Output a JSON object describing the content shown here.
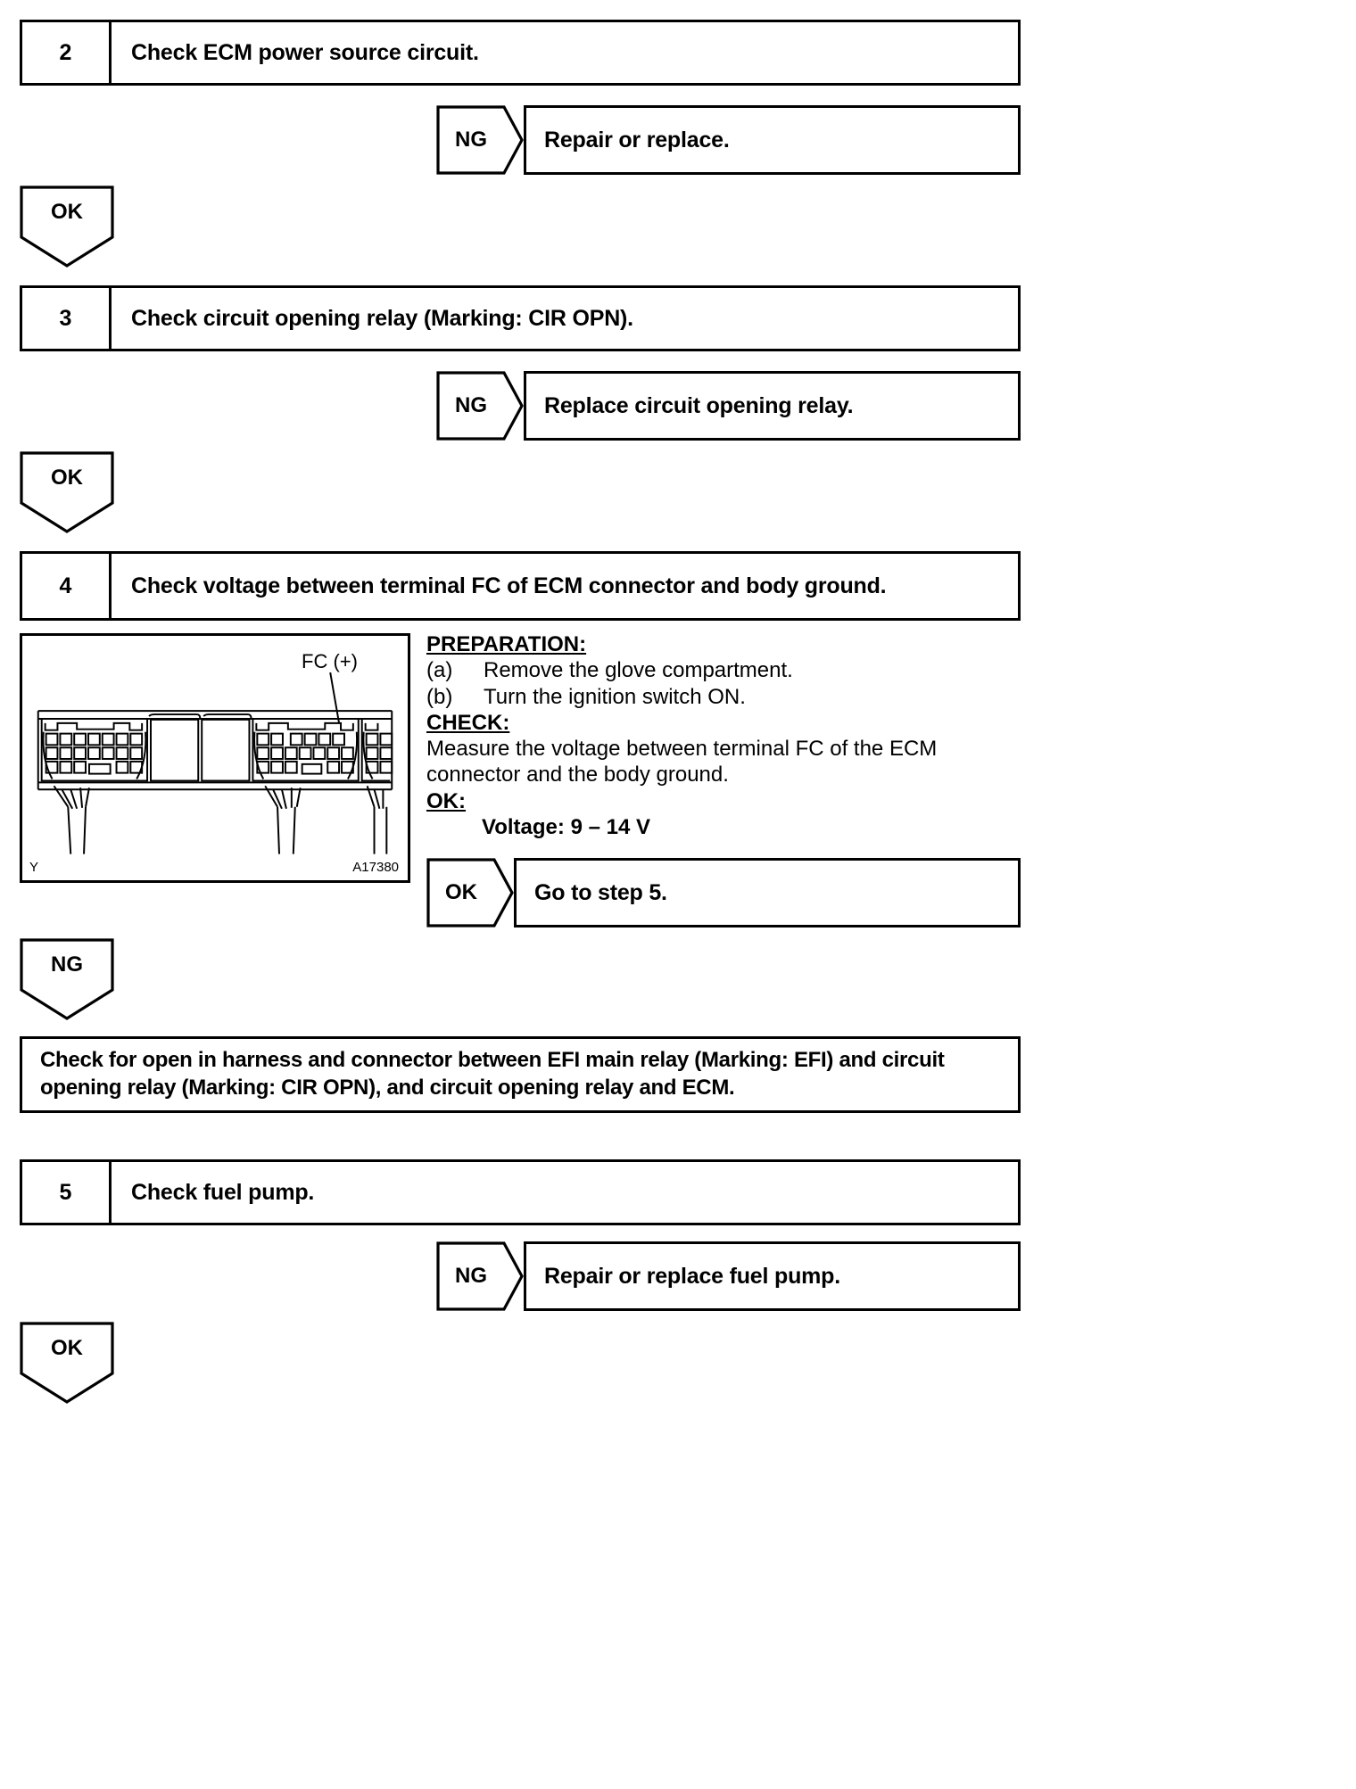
{
  "document": {
    "type": "diagnostic-flowchart",
    "figure_code": "A17380",
    "figure_corner_mark": "Y"
  },
  "steps": [
    {
      "number": "2",
      "title": "Check ECM power source circuit.",
      "branch": {
        "tag": "NG",
        "result": "Repair or replace."
      },
      "connector": {
        "label": "OK"
      }
    },
    {
      "number": "3",
      "title": "Check circuit opening relay (Marking: CIR OPN).",
      "branch": {
        "tag": "NG",
        "result": "Replace circuit opening relay."
      },
      "connector": {
        "label": "OK"
      }
    },
    {
      "number": "4",
      "title": "Check voltage between terminal FC of ECM connector and body ground.",
      "branch": {
        "tag": "OK",
        "result": "Go to step 5."
      },
      "connector": {
        "label": "NG"
      }
    },
    {
      "number": "5",
      "title": "Check fuel pump.",
      "branch": {
        "tag": "NG",
        "result": "Repair or replace fuel pump."
      },
      "connector": {
        "label": "OK"
      }
    }
  ],
  "figure": {
    "callout": "FC (+)",
    "corner_mark": "Y",
    "code": "A17380"
  },
  "procedure": {
    "preparation_heading": "PREPARATION:",
    "preparation_items": [
      {
        "marker": "(a)",
        "text": "Remove the glove compartment."
      },
      {
        "marker": "(b)",
        "text": "Turn the ignition switch ON."
      }
    ],
    "check_heading": "CHECK:",
    "check_text": "Measure the voltage between terminal FC of the ECM connector and the body ground.",
    "ok_heading": "OK:",
    "ok_spec": "Voltage: 9 – 14 V"
  },
  "harness_note": {
    "text": "Check for open in harness and connector between EFI main relay (Marking: EFI) and circuit opening relay (Marking: CIR OPN), and circuit opening relay and ECM."
  }
}
